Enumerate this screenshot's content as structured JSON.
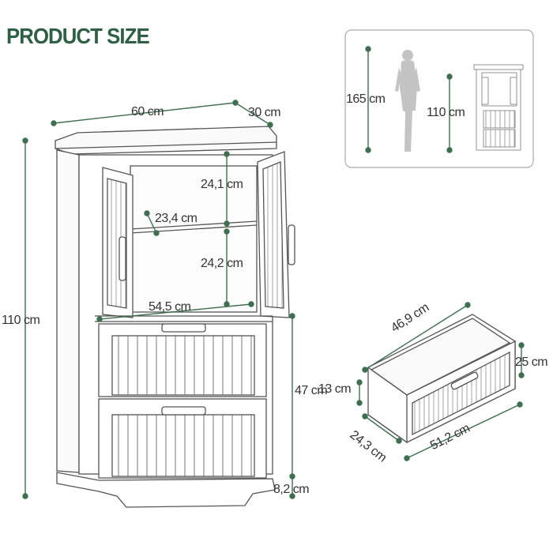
{
  "title": "PRODUCT SIZE",
  "accent_color": "#3f6f50",
  "cabinet": {
    "width": "60 cm",
    "depth": "30 cm",
    "height": "110 cm",
    "top_shelf_gap": "24,1 cm",
    "shelf_depth": "23,4 cm",
    "lower_shelf_gap": "24,2 cm",
    "inner_width": "54,5 cm",
    "lower_section_height": "47 cm",
    "base_height": "8,2 cm"
  },
  "scale_comparison": {
    "person_height": "165 cm",
    "cabinet_height": "110 cm"
  },
  "drawer": {
    "inner_width": "46,9 cm",
    "front_height": "25 cm",
    "side_height": "13 cm",
    "depth": "24,3 cm",
    "front_width": "51,2 cm"
  }
}
